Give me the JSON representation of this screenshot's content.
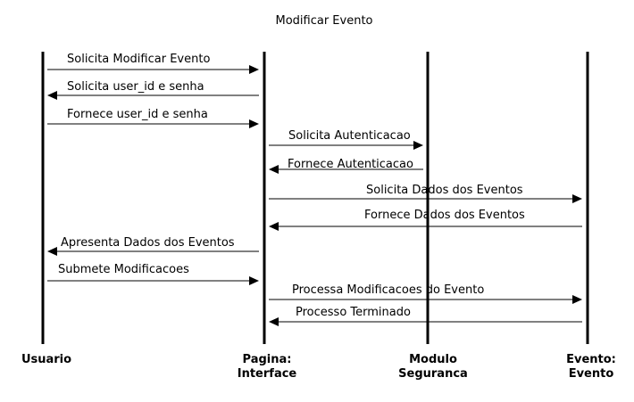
{
  "title": "Modificar Evento",
  "colors": {
    "background": "#ffffff",
    "ink": "#000000"
  },
  "lifelines": [
    {
      "id": "usuario",
      "label_lines": [
        "Usuario"
      ]
    },
    {
      "id": "pagina",
      "label_lines": [
        "Pagina:",
        "Interface"
      ]
    },
    {
      "id": "modulo",
      "label_lines": [
        "Modulo",
        "Seguranca"
      ]
    },
    {
      "id": "evento",
      "label_lines": [
        "Evento:",
        "Evento"
      ]
    }
  ],
  "messages": [
    {
      "from": "usuario",
      "to": "pagina",
      "label": "Solicita Modificar Evento"
    },
    {
      "from": "pagina",
      "to": "usuario",
      "label": "Solicita user_id e senha"
    },
    {
      "from": "usuario",
      "to": "pagina",
      "label": "Fornece user_id e senha"
    },
    {
      "from": "pagina",
      "to": "modulo",
      "label": "Solicita Autenticacao"
    },
    {
      "from": "modulo",
      "to": "pagina",
      "label": "Fornece Autenticacao"
    },
    {
      "from": "pagina",
      "to": "evento",
      "label": "Solicita Dados dos Eventos"
    },
    {
      "from": "evento",
      "to": "pagina",
      "label": "Fornece Dados dos Eventos"
    },
    {
      "from": "pagina",
      "to": "usuario",
      "label": "Apresenta Dados dos Eventos"
    },
    {
      "from": "usuario",
      "to": "pagina",
      "label": "Submete Modificacoes"
    },
    {
      "from": "pagina",
      "to": "evento",
      "label": "Processa Modificacoes do Evento"
    },
    {
      "from": "evento",
      "to": "pagina",
      "label": "Processo Terminado"
    }
  ]
}
